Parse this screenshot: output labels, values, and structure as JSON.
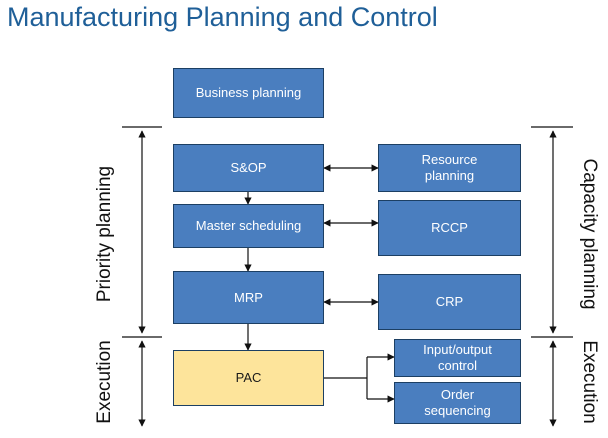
{
  "title": "Manufacturing Planning and Control",
  "boxes": {
    "business_planning": "Business planning",
    "sop": "S&OP",
    "master_scheduling": "Master scheduling",
    "mrp": "MRP",
    "pac": "PAC",
    "resource_planning": "Resource planning",
    "rccp": "RCCP",
    "crp": "CRP",
    "io_control": "Input/output control",
    "order_sequencing": "Order sequencing"
  },
  "side_labels": {
    "priority_planning": "Priority planning",
    "execution_left": "Execution",
    "capacity_planning": "Capacity planning",
    "execution_right": "Execution"
  },
  "colors": {
    "title": "#1f5f98",
    "box_fill": "#4a7ebf",
    "box_border": "#1c3f63",
    "pac_fill": "#fde49b"
  }
}
